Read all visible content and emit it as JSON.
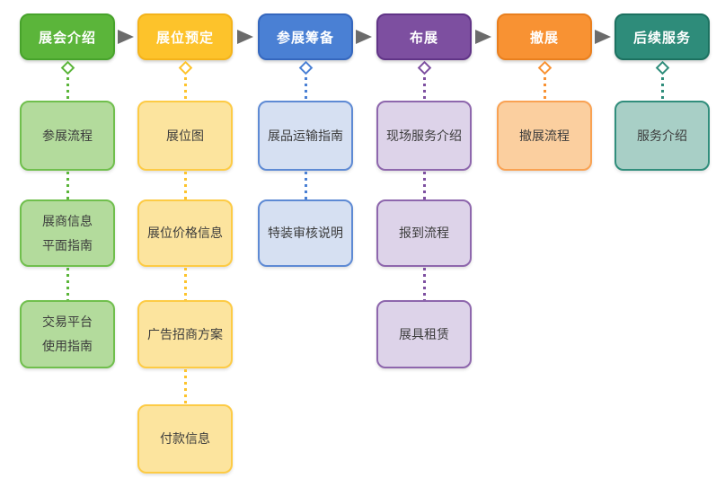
{
  "style": {
    "arrow_color": "#6b6b6b",
    "stage_text_color": "#ffffff",
    "item_text_color": "#3c3c3c"
  },
  "columns": [
    {
      "title": "展会介绍",
      "colors": {
        "accent": "#5bb53a",
        "accent_border": "#47a32b",
        "light": "#b3db9c",
        "light_border": "#70bf4d"
      },
      "items": [
        {
          "label": "参展流程"
        },
        {
          "label": "展商信息\n平面指南"
        },
        {
          "label": "交易平台\n使用指南"
        }
      ]
    },
    {
      "title": "展位预定",
      "colors": {
        "accent": "#fdc32b",
        "accent_border": "#f4b31a",
        "light": "#fce49e",
        "light_border": "#fdcb45"
      },
      "items": [
        {
          "label": "展位图"
        },
        {
          "label": "展位价格信息"
        },
        {
          "label": "广告招商方案"
        },
        {
          "label": "付款信息"
        }
      ]
    },
    {
      "title": "参展筹备",
      "colors": {
        "accent": "#4a80d4",
        "accent_border": "#3567be",
        "light": "#d6e0f2",
        "light_border": "#5e8ad4"
      },
      "items": [
        {
          "label": "展品运输指南"
        },
        {
          "label": "特装审核说明"
        }
      ]
    },
    {
      "title": "布展",
      "colors": {
        "accent": "#7d4fa0",
        "accent_border": "#613487",
        "light": "#ddd3e9",
        "light_border": "#8e67ad"
      },
      "items": [
        {
          "label": "现场服务介绍"
        },
        {
          "label": "报到流程"
        },
        {
          "label": "展具租赁"
        }
      ]
    },
    {
      "title": "撤展",
      "colors": {
        "accent": "#f89233",
        "accent_border": "#e97f1e",
        "light": "#fbcf9f",
        "light_border": "#f9a253"
      },
      "items": [
        {
          "label": "撤展流程"
        }
      ]
    },
    {
      "title": "后续服务",
      "colors": {
        "accent": "#2e8c7a",
        "accent_border": "#1c7160",
        "light": "#a8cfc6",
        "light_border": "#318e7c"
      },
      "items": [
        {
          "label": "服务介绍"
        }
      ]
    }
  ]
}
